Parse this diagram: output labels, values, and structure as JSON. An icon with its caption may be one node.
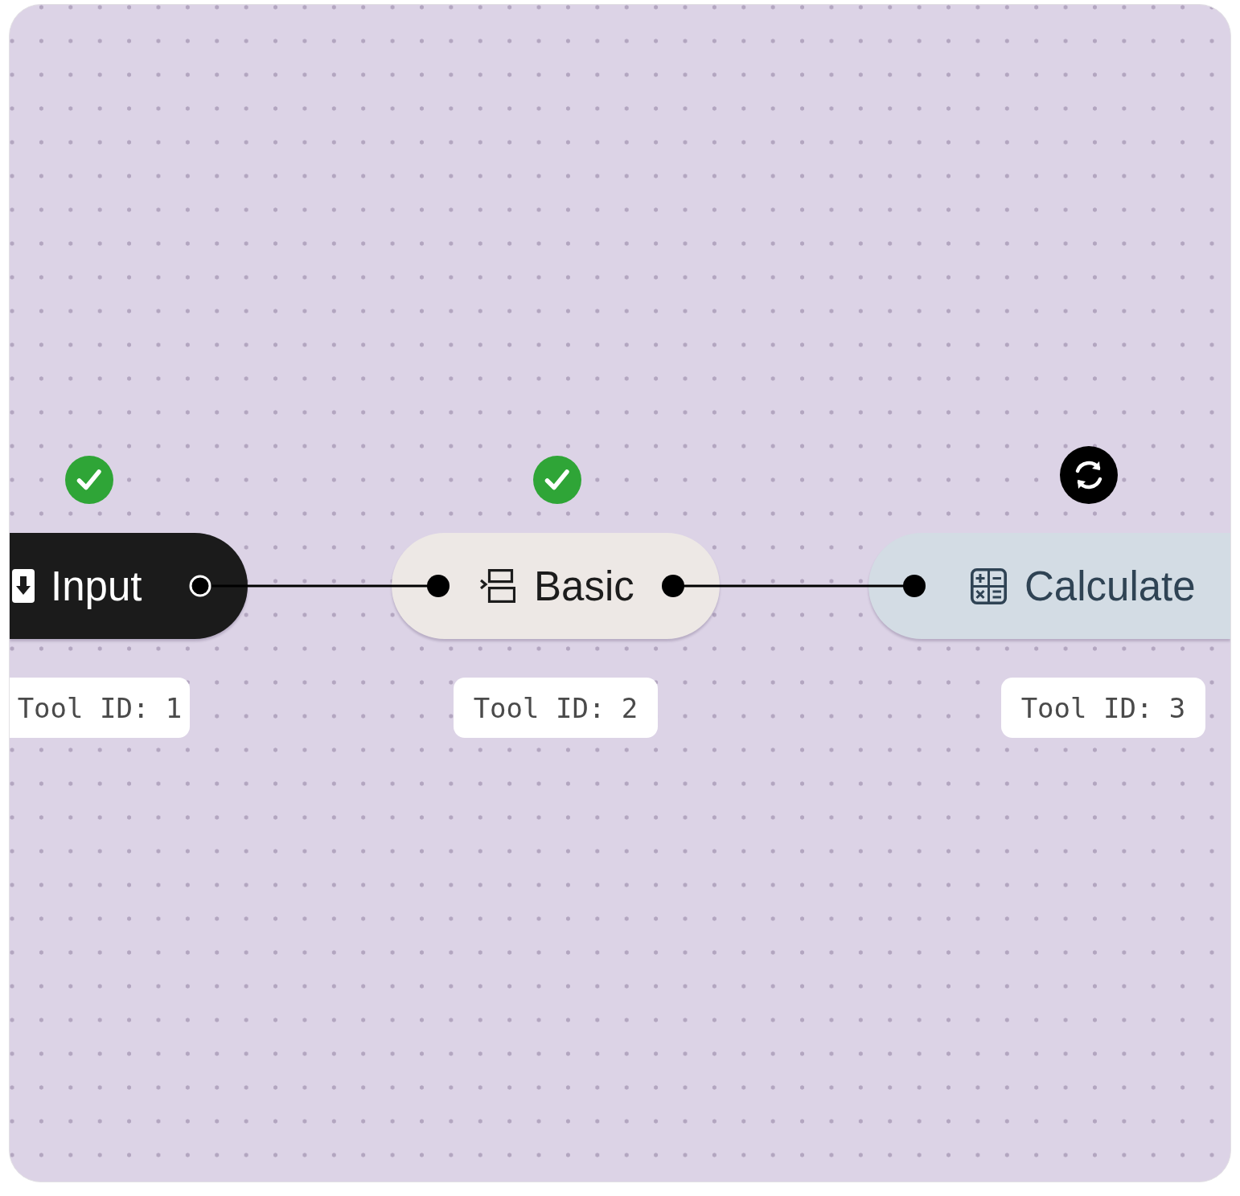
{
  "diagram": {
    "nodes": [
      {
        "text": [
          "Input"
        ],
        "beside": [
          "Tool ID: 1"
        ]
      },
      {
        "text": [
          "Basic"
        ],
        "beside": [
          "Tool ID: 2"
        ]
      },
      {
        "text": [
          "Calculate"
        ],
        "beside": [
          "Tool ID: 3"
        ]
      }
    ],
    "edges": [
      {
        "from": 0,
        "to": 1,
        "arrow": "other"
      },
      {
        "from": 1,
        "to": 2,
        "arrow": "other"
      }
    ]
  }
}
